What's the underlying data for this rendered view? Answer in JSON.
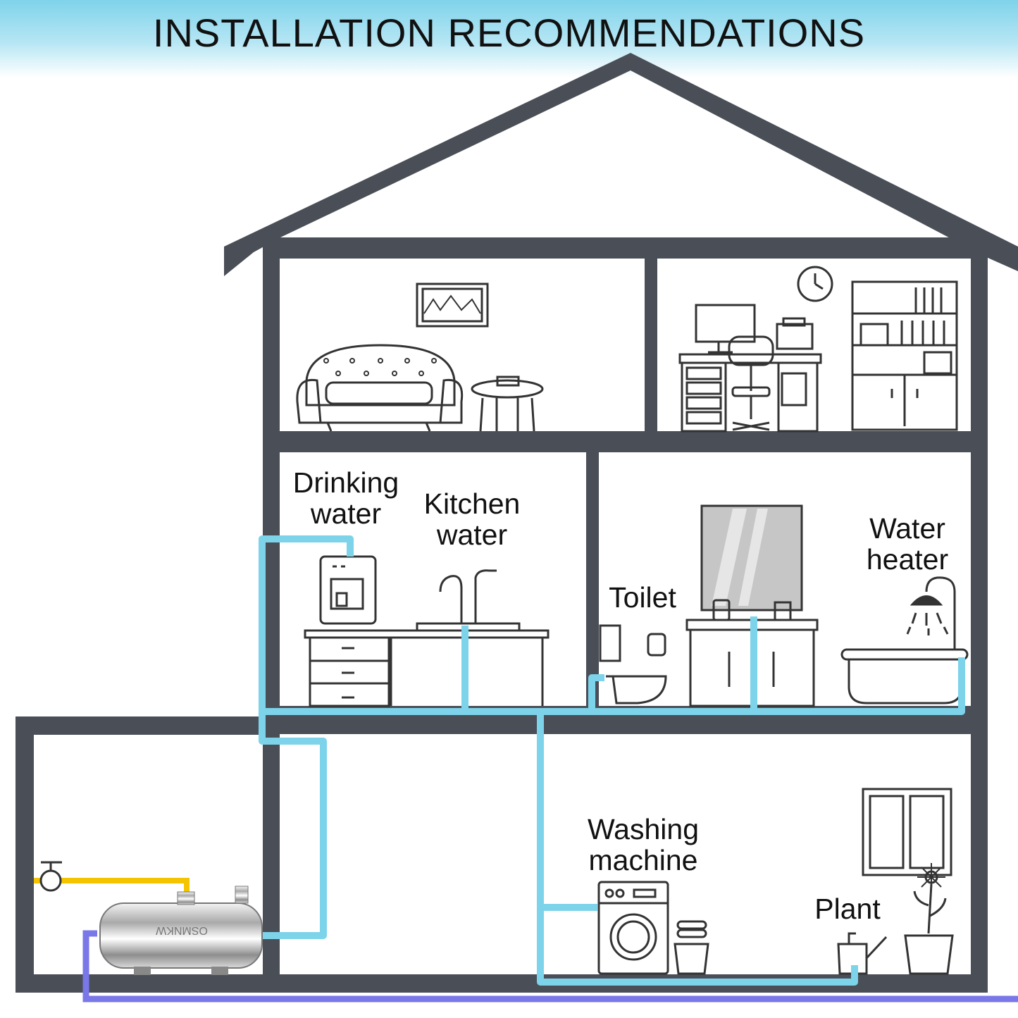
{
  "header": {
    "title": "INSTALLATION RECOMMENDATIONS"
  },
  "labels": {
    "drinking_water": "Drinking\nwater",
    "kitchen_water": "Kitchen\nwater",
    "toilet": "Toilet",
    "water_heater": "Water\nheater",
    "washing_machine": "Washing\nmachine",
    "plant": "Plant"
  },
  "filter": {
    "brand": "OSMNKW"
  },
  "colors": {
    "wall": "#4a4e57",
    "supply_pipe": "#7dd3ea",
    "inlet_pipe": "#f5c400",
    "drain_pipe": "#7a77e8"
  }
}
